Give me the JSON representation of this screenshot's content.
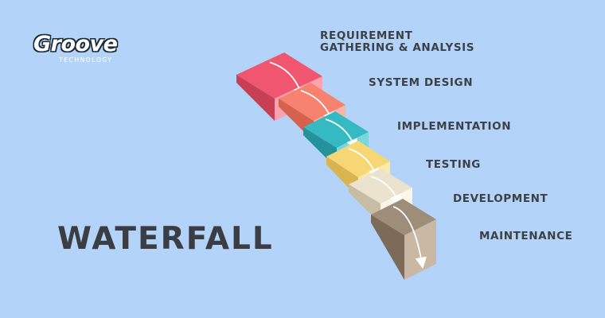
{
  "logo": {
    "word": "Groove",
    "sub": "TECHNOLOGY"
  },
  "title": "WATERFALL",
  "steps": [
    {
      "line1": "REQUIREMENT",
      "line2": "GATHERING & ANALYSIS",
      "color": "#f0566f",
      "light": "#f9a3b0",
      "dark": "#c63f55"
    },
    {
      "line1": "SYSTEM DESIGN",
      "line2": "",
      "color": "#f6826f",
      "light": "#fbb3a2",
      "dark": "#d5614f"
    },
    {
      "line1": "IMPLEMENTATION",
      "line2": "",
      "color": "#35b9c2",
      "light": "#7ad8dd",
      "dark": "#23929b"
    },
    {
      "line1": "TESTING",
      "line2": "",
      "color": "#f7d774",
      "light": "#fbeaa8",
      "dark": "#d8b550"
    },
    {
      "line1": "DEVELOPMENT",
      "line2": "",
      "color": "#ece3cf",
      "light": "#fbf5ea",
      "dark": "#c8bda4"
    },
    {
      "line1": "MAINTENANCE",
      "line2": "",
      "color": "#9e8d78",
      "light": "#c9b9a4",
      "dark": "#7b6b58"
    }
  ]
}
